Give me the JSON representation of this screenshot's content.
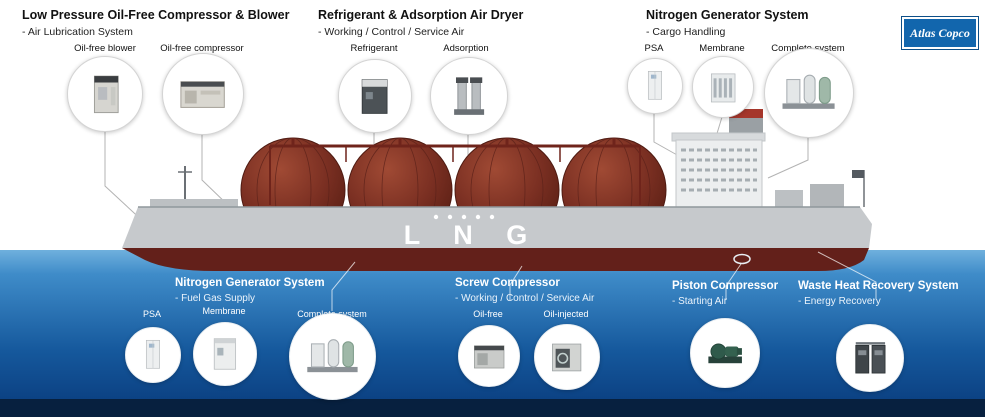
{
  "brand": {
    "logo_text": "Atlas Copco"
  },
  "ship": {
    "label": "L N G"
  },
  "colors": {
    "water_top": "#6fb0dd",
    "water_bottom": "#0c4284",
    "footer_band": "#07203f",
    "hull_red": "#63201a",
    "sphere_maroon": "#7a2f22",
    "logo_blue": "#1266ad"
  },
  "top_groups": [
    {
      "title": "Low Pressure Oil-Free Compressor & Blower",
      "subtitle": "- Air Lubrication System",
      "items": [
        {
          "label": "Oil-free blower",
          "icon": "oil-free-blower-icon"
        },
        {
          "label": "Oil-free compressor",
          "icon": "oil-free-compressor-icon"
        }
      ]
    },
    {
      "title": "Refrigerant & Adsorption Air Dryer",
      "subtitle": "- Working / Control / Service Air",
      "items": [
        {
          "label": "Refrigerant",
          "icon": "refrigerant-dryer-icon"
        },
        {
          "label": "Adsorption",
          "icon": "adsorption-dryer-icon"
        }
      ]
    },
    {
      "title": "Nitrogen Generator System",
      "subtitle": "- Cargo Handling",
      "items": [
        {
          "label": "PSA",
          "icon": "psa-generator-icon"
        },
        {
          "label": "Membrane",
          "icon": "membrane-generator-icon"
        },
        {
          "label": "Complete system",
          "icon": "complete-system-icon"
        }
      ]
    }
  ],
  "bottom_groups": [
    {
      "title": "Nitrogen Generator System",
      "subtitle": "- Fuel Gas Supply",
      "items": [
        {
          "label": "PSA",
          "icon": "psa-generator-icon"
        },
        {
          "label": "Membrane",
          "icon": "membrane-generator-icon"
        },
        {
          "label": "Complete system",
          "icon": "complete-system-icon"
        }
      ]
    },
    {
      "title": "Screw Compressor",
      "subtitle": "- Working / Control / Service Air",
      "items": [
        {
          "label": "Oil-free",
          "icon": "oil-free-screw-icon"
        },
        {
          "label": "Oil-injected",
          "icon": "oil-injected-screw-icon"
        }
      ]
    },
    {
      "title": "Piston Compressor",
      "subtitle": "- Starting Air",
      "items": [
        {
          "icon": "piston-compressor-icon"
        }
      ]
    },
    {
      "title": "Waste Heat Recovery System",
      "subtitle": "- Energy Recovery",
      "items": [
        {
          "icon": "waste-heat-recovery-icon"
        }
      ]
    }
  ]
}
